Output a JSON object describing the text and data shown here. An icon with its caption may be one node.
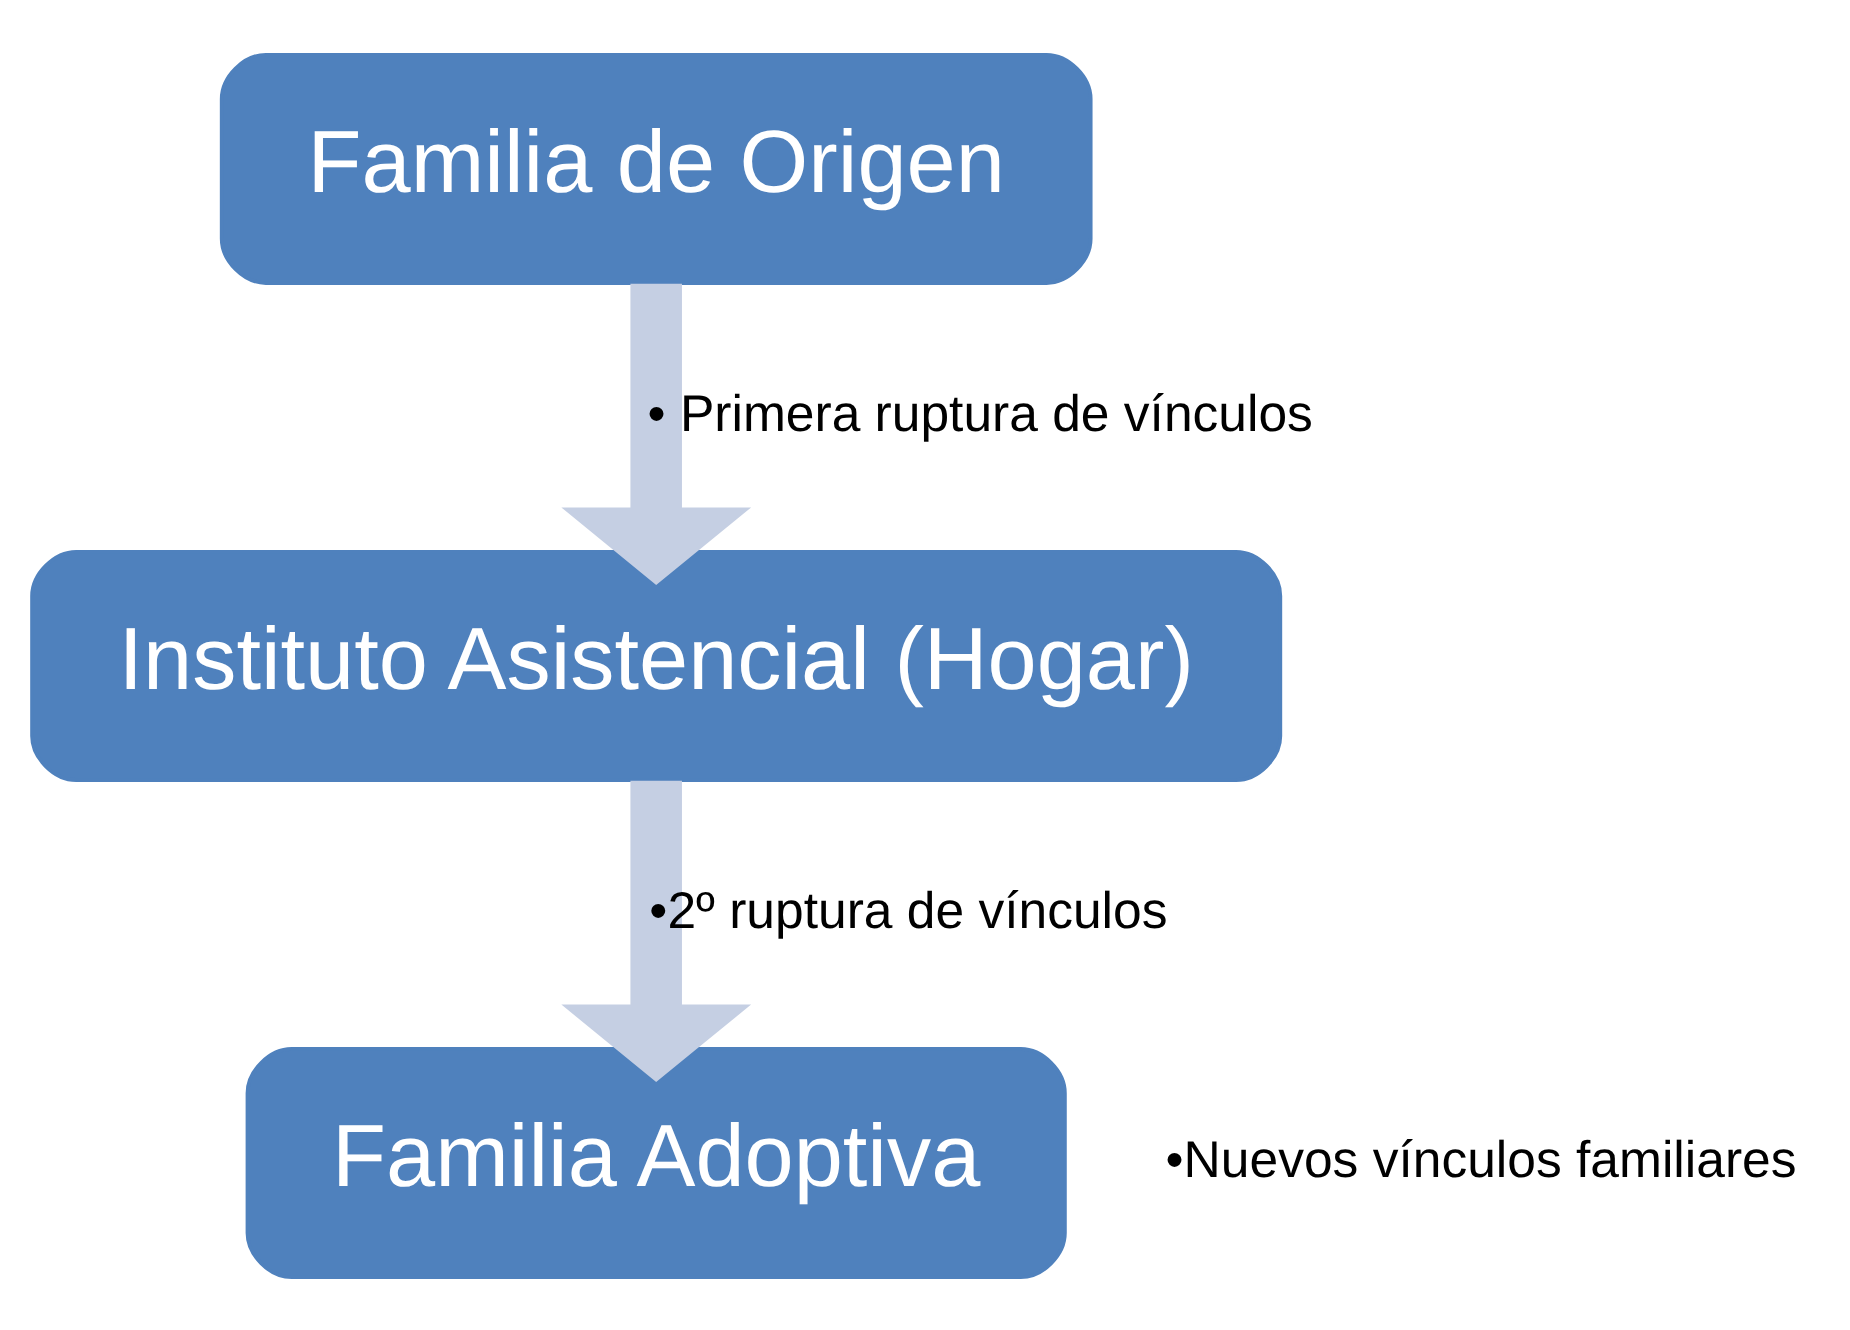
{
  "diagram": {
    "nodes": [
      {
        "text": [
          "Familia de Origen"
        ]
      },
      {
        "text": [
          "Instituto Asistencial (Hogar)"
        ]
      },
      {
        "text": [
          "Familia Adoptiva"
        ],
        "beside": [
          "•Nuevos vínculos familiares"
        ]
      }
    ],
    "edges": [
      {
        "from": 0,
        "to": 1,
        "arrow": "to",
        "label": "• Primera ruptura de vínculos"
      },
      {
        "from": 1,
        "to": 2,
        "arrow": "to",
        "label": "•2º ruptura de vínculos"
      }
    ]
  }
}
